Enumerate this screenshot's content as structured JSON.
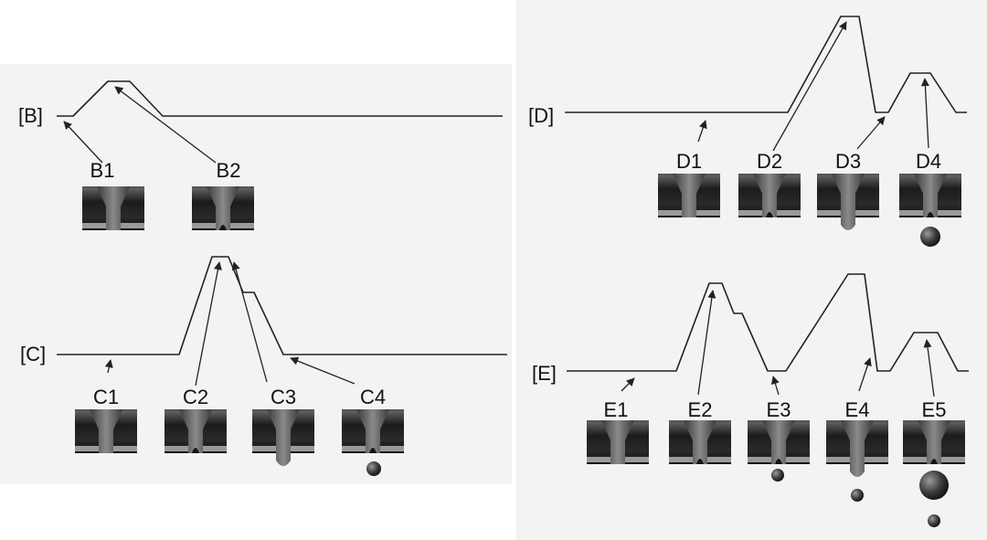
{
  "panels": [
    {
      "id": "B",
      "label": "[B]",
      "steps": [
        "B1",
        "B2"
      ]
    },
    {
      "id": "C",
      "label": "[C]",
      "steps": [
        "C1",
        "C2",
        "C3",
        "C4"
      ]
    },
    {
      "id": "D",
      "label": "[D]",
      "steps": [
        "D1",
        "D2",
        "D3",
        "D4"
      ]
    },
    {
      "id": "E",
      "label": "[E]",
      "steps": [
        "E1",
        "E2",
        "E3",
        "E4",
        "E5"
      ]
    }
  ]
}
